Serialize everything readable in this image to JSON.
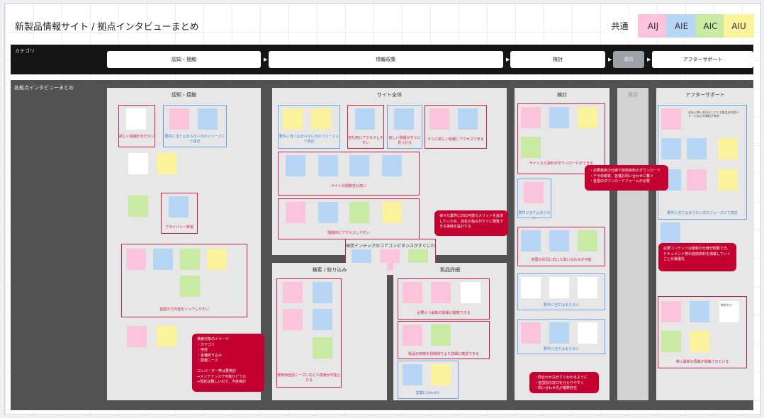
{
  "title": "新製品情報サイト / 拠点インタビューまとめ",
  "legend": [
    {
      "label": "共通",
      "color": "#ffffff"
    },
    {
      "label": "AIJ",
      "color": "#fbc4dc"
    },
    {
      "label": "AIE",
      "color": "#b7d6f5"
    },
    {
      "label": "AIC",
      "color": "#c9eaa3"
    },
    {
      "label": "AIU",
      "color": "#fbf39c"
    }
  ],
  "category": {
    "label": "カテゴリ",
    "items": [
      "認知・接触",
      "情報収集",
      "検討",
      "購買",
      "アフターサポート"
    ]
  },
  "main_label": "各拠点インタビューまとめ",
  "columns": {
    "awareness": "認知・接触",
    "site": "サイト全体",
    "search": "検索 / 絞り込み",
    "detail": "製品詳細",
    "consider": "検討",
    "purchase": "購買",
    "after": "アフターサポート"
  },
  "groups": {
    "awareness_g1": "欲しい情報がまだない",
    "awareness_g2": "要件に当てはまらない次のフェーズにて検討",
    "awareness_g3": "プライバシー希望",
    "awareness_g4": "各国ので内容をシュアしやすい",
    "site_g1": "要件に当てはまらない次のフェーズにて検討",
    "site_g2": "自社用にアクセスしやすい",
    "site_g3": "欲しい情報がすぐに見つかる",
    "site_g4": "すぐに欲しい情報にアクセスできる",
    "site_g5": "サイトの閲覧性が高い",
    "site_g6": "階層的にアクセスしやすい",
    "search_g1": "使用用途別ニーズに応じた検索が可能となる",
    "detail_g1": "必要かつ最新の情報が閲覧できる",
    "detail_g2": "製品の特徴を短時間でより詳細に確認できる",
    "detail_g3": "営業に合わせい",
    "consider_g1": "サイトなら資料がダウンロードができる",
    "consider_g2": "要件に当てはまらない",
    "consider_g3": "各国の状況に応じた問い合わせが可能",
    "consider_g4": "要件に当てはまらない",
    "consider_g5": "要件に当てはまらない",
    "after_g1": "要件に当てはまらない次のフェーズにて検討",
    "after_g2": "常に最新の情報が掲載されている"
  },
  "mid_header": "現状インテックのコアコンピタンスがすぐにわかる",
  "callouts": {
    "search_image": "検索対象のイメージ\n・カテゴリ\n・用途\n・各種絞り込み\n・関連ニーズ\n\nコンバーター等は要検討\n⇒メンテナンスで可能かどうか\n⇒現状は難しいので、今後検討",
    "core": "様々な業界に対応可能なメリットを訴求したいため、自社の強みがすぐに閲覧できる導線を設計する",
    "download": "・必要最新の仕様や技術資料のダウンロード\n・デモ依頼等、各種お問い合わせに繋ぐ\n・各国のダウンロードフォームが必要",
    "after_support": "必要コンテンツは最新の仕様が閲覧でき、ドキュメント等の技術資料を掲載していくことが最優先",
    "consider_bottom": "・問合わせ先がすぐわかるように\n・各国別の窓口を分かりやすく\n・問い合わせ先が複数存在"
  },
  "after_top_text": "自社に問い合わせしてくる製品の利用イメージなどの資料が有効",
  "final_note": "問合わせ"
}
